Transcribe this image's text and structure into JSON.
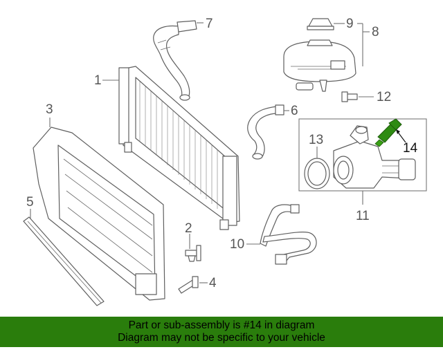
{
  "callouts": {
    "c1": "1",
    "c2": "2",
    "c3": "3",
    "c4": "4",
    "c5": "5",
    "c6": "6",
    "c7": "7",
    "c8": "8",
    "c9": "9",
    "c10": "10",
    "c11": "11",
    "c12": "12",
    "c13": "13",
    "c14": "14"
  },
  "banner": {
    "line1": "Part or sub-assembly is #14 in diagram",
    "line2": "Diagram may not be specific to your vehicle"
  },
  "colors": {
    "banner_bg": "#2a7d0c",
    "highlight_part": "#2e8b12"
  }
}
